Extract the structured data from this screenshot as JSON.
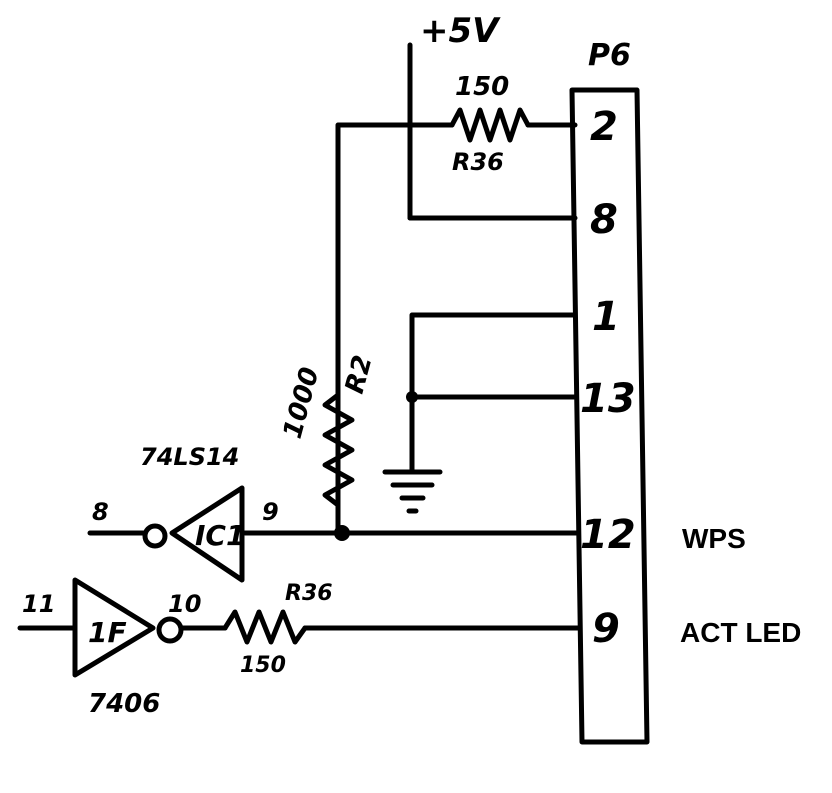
{
  "power": {
    "label": "+5V"
  },
  "connector": {
    "name": "P6",
    "pins": [
      "2",
      "8",
      "1",
      "13",
      "12",
      "9"
    ]
  },
  "resistors": {
    "top": {
      "value": "150",
      "ref": "R36"
    },
    "pullup": {
      "value": "1000",
      "ref": "R2"
    },
    "bottom": {
      "value": "150",
      "ref": "R36"
    }
  },
  "gates": {
    "top": {
      "type": "74LS14",
      "ref": "IC1",
      "in_pin": "8",
      "out_pin": "9"
    },
    "bottom": {
      "type": "7406",
      "ref": "1F",
      "in_pin": "11",
      "out_pin": "10"
    }
  },
  "signals": {
    "wps": "WPS",
    "act_led": "ACT LED"
  }
}
